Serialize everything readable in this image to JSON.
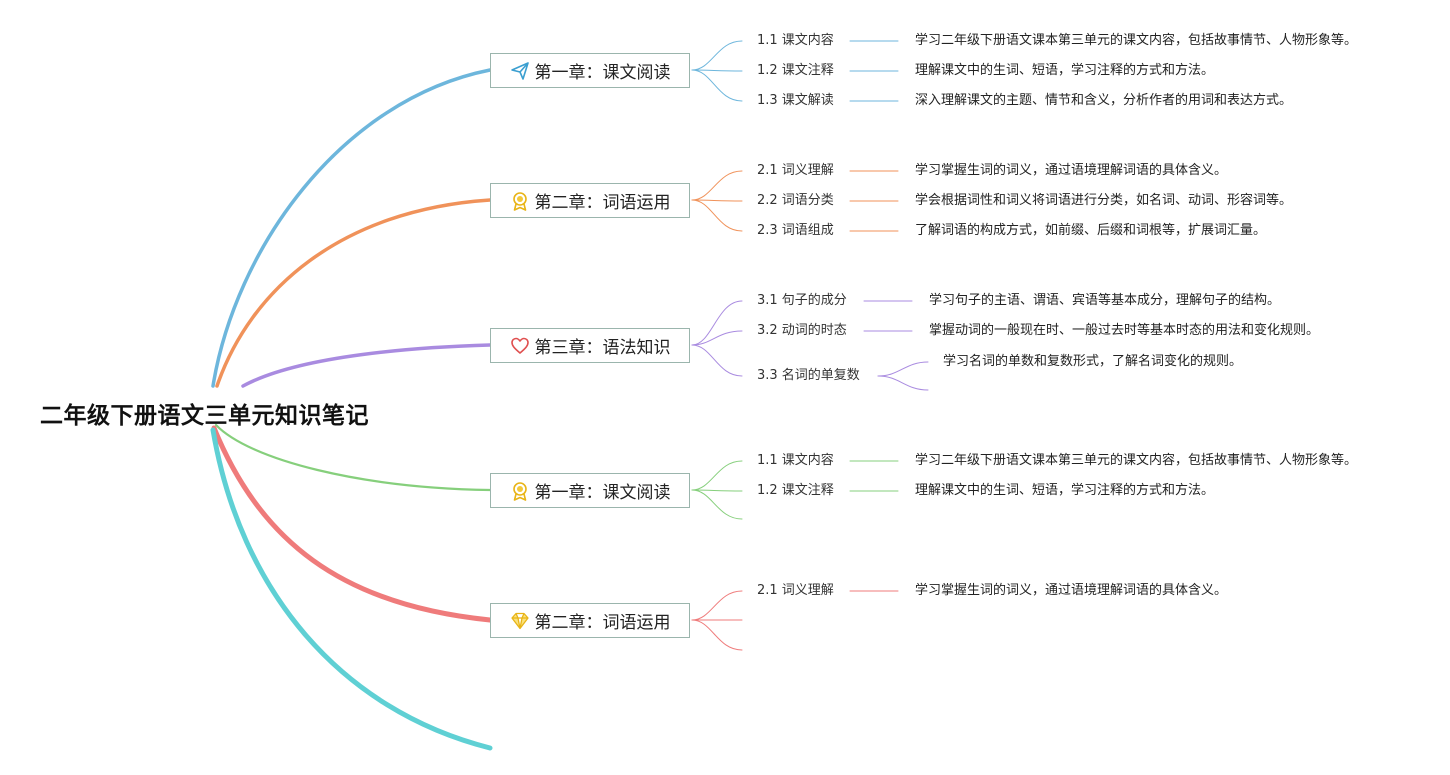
{
  "root": {
    "title": "二年级下册语文三单元知识笔记"
  },
  "branches": [
    {
      "label": "第一章：课文阅读",
      "icon": "paper-plane-icon",
      "color": "#6db6dc",
      "items": [
        {
          "label": "1.1 课文内容",
          "desc": "学习二年级下册语文课本第三单元的课文内容，包括故事情节、人物形象等。"
        },
        {
          "label": "1.2 课文注释",
          "desc": "理解课文中的生词、短语，学习注释的方式和方法。"
        },
        {
          "label": "1.3 课文解读",
          "desc": "深入理解课文的主题、情节和含义，分析作者的用词和表达方式。"
        }
      ]
    },
    {
      "label": "第二章：词语运用",
      "icon": "award-medal-icon",
      "color": "#f0925a",
      "items": [
        {
          "label": "2.1 词义理解",
          "desc": "学习掌握生词的词义，通过语境理解词语的具体含义。"
        },
        {
          "label": "2.2 词语分类",
          "desc": "学会根据词性和词义将词语进行分类，如名词、动词、形容词等。"
        },
        {
          "label": "2.3 词语组成",
          "desc": "了解词语的构成方式，如前缀、后缀和词根等，扩展词汇量。"
        }
      ]
    },
    {
      "label": "第三章：语法知识",
      "icon": "heart-icon",
      "color": "#a98be0",
      "items": [
        {
          "label": "3.1 句子的成分",
          "desc": "学习句子的主语、谓语、宾语等基本成分，理解句子的结构。"
        },
        {
          "label": "3.2 动词的时态",
          "desc": "掌握动词的一般现在时、一般过去时等基本时态的用法和变化规则。"
        },
        {
          "label": "3.3 名词的单复数",
          "desc": "学习名词的单数和复数形式，了解名词变化的规则。"
        }
      ]
    },
    {
      "label": "第一章：课文阅读",
      "icon": "award-medal-icon",
      "color": "#86cf7c",
      "items": [
        {
          "label": "1.1 课文内容",
          "desc": "学习二年级下册语文课本第三单元的课文内容，包括故事情节、人物形象等。"
        },
        {
          "label": "1.2 课文注释",
          "desc": "理解课文中的生词、短语，学习注释的方式和方法。"
        }
      ]
    },
    {
      "label": "第二章：词语运用",
      "icon": "diamond-icon",
      "color": "#ef7b7b",
      "items": [
        {
          "label": "2.1 词义理解",
          "desc": "学习掌握生词的词义，通过语境理解词语的具体含义。"
        }
      ]
    }
  ],
  "extra_branch": {
    "color": "#5fd0d4"
  }
}
